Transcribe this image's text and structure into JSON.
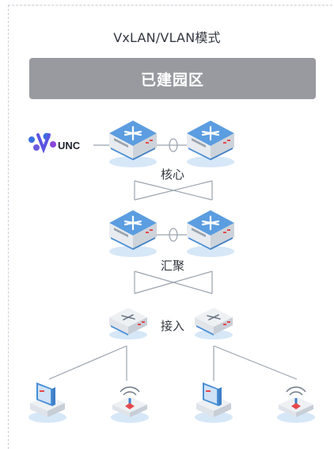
{
  "title": "VxLAN/VLAN模式",
  "banner": "已建园区",
  "logo_text": "UNC",
  "layers": {
    "core": "核心",
    "aggregation": "汇聚",
    "access": "接入"
  },
  "icons": {
    "core_switch": "core-switch-icon",
    "access_switch": "access-switch-icon",
    "pc": "pc-terminal-icon",
    "ap": "wireless-ap-icon"
  },
  "colors": {
    "banner": "#999aa0",
    "dashed_border": "#c9cdd4",
    "switch_blue": "#4a8fd6",
    "switch_gray": "#e8ebef",
    "accent_red": "#e5484d"
  }
}
